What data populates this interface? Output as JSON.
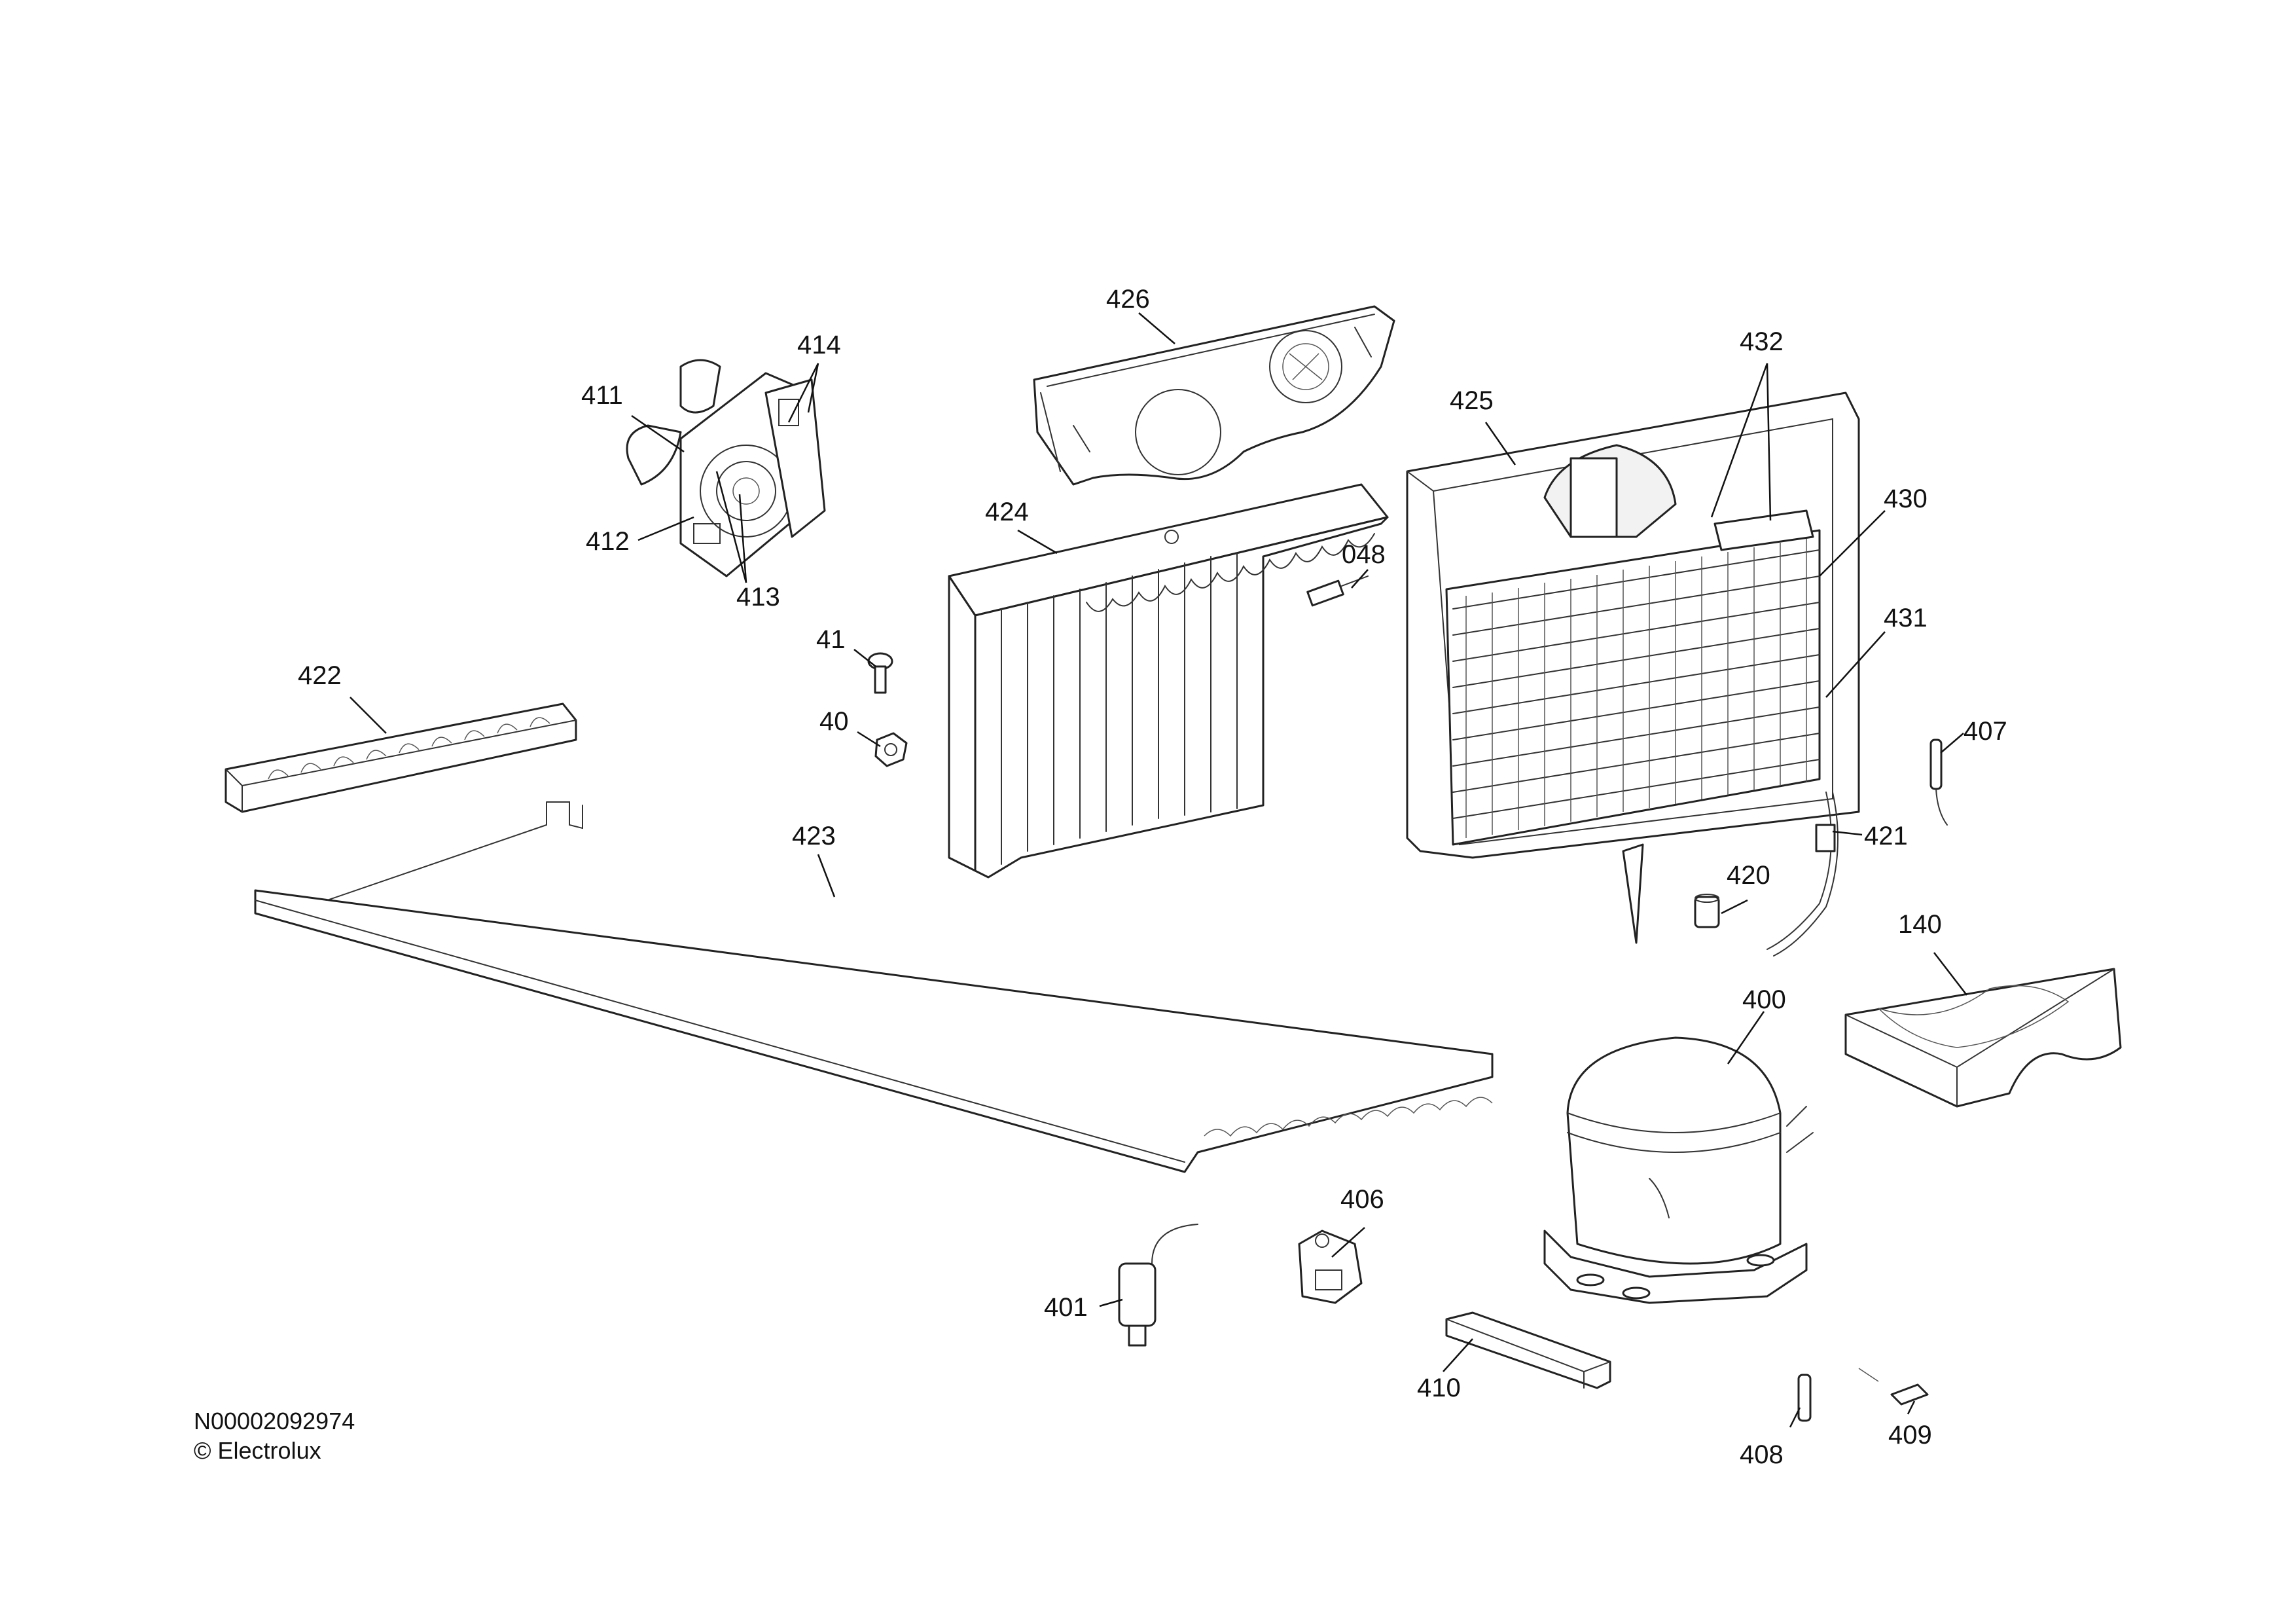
{
  "drawing": {
    "number": "N00002092974",
    "copyright": "© Electrolux"
  },
  "callouts": {
    "c426": "426",
    "c414": "414",
    "c411": "411",
    "c412": "412",
    "c413": "413",
    "c424": "424",
    "c048": "048",
    "c425": "425",
    "c432": "432",
    "c430": "430",
    "c431": "431",
    "c41": "41",
    "c40": "40",
    "c422": "422",
    "c423": "423",
    "c407": "407",
    "c421": "421",
    "c420": "420",
    "c140": "140",
    "c400": "400",
    "c406": "406",
    "c401": "401",
    "c410": "410",
    "c408": "408",
    "c409": "409"
  }
}
